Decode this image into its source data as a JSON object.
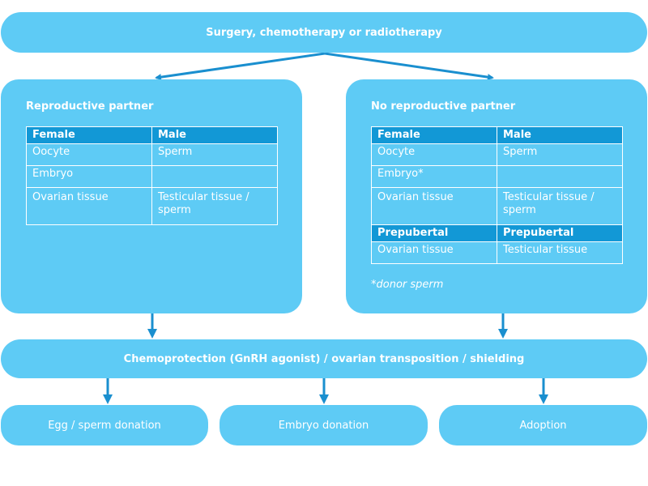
{
  "top": {
    "label": "Surgery, chemotherapy or radiotherapy"
  },
  "left_panel": {
    "title": "Reproductive partner",
    "header": [
      "Female",
      "Male"
    ],
    "rows": [
      [
        "Oocyte",
        "Sperm"
      ],
      [
        "Embryo",
        ""
      ],
      [
        "Ovarian tissue",
        "Testicular tissue / sperm"
      ]
    ]
  },
  "right_panel": {
    "title": "No reproductive partner",
    "header": [
      "Female",
      "Male"
    ],
    "rows": [
      [
        "Oocyte",
        "Sperm"
      ],
      [
        "Embryo*",
        ""
      ],
      [
        "Ovarian tissue",
        "Testicular tissue / sperm"
      ]
    ],
    "subheader": [
      "Prepubertal",
      "Prepubertal"
    ],
    "sub_rows": [
      [
        "Ovarian tissue",
        "Testicular tissue"
      ]
    ],
    "note": "*donor sperm"
  },
  "middle": {
    "label": "Chemoprotection (GnRH agonist) / ovarian transposition / shielding"
  },
  "bottom": {
    "items": [
      "Egg / sperm donation",
      "Embryo donation",
      "Adoption"
    ]
  },
  "colors": {
    "box": "#5ecbf5",
    "header_cell": "#1298d6",
    "arrow": "#1a8fcf",
    "text": "#ffffff"
  }
}
